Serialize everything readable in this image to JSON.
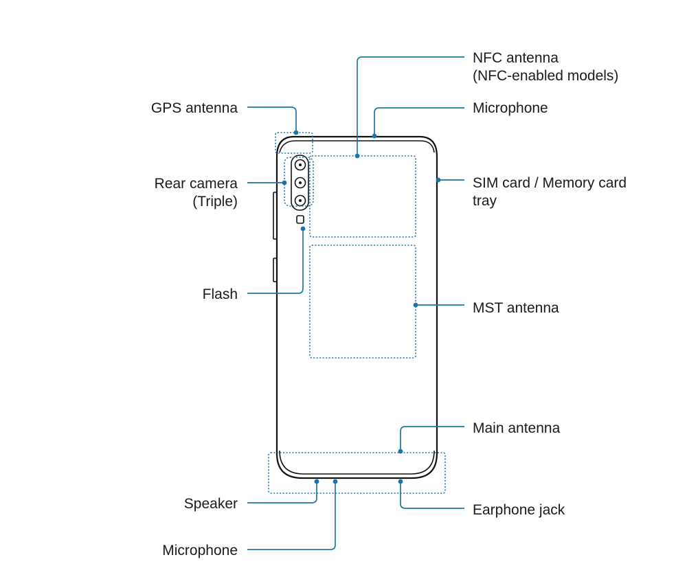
{
  "colors": {
    "leader_line": "#1a75a8",
    "outline": "#111111",
    "text": "#1a1a1a"
  },
  "labels": {
    "nfc_antenna_line1": "NFC antenna",
    "nfc_antenna_line2": "(NFC-enabled models)",
    "microphone_top": "Microphone",
    "gps_antenna": "GPS antenna",
    "rear_camera_line1": "Rear camera",
    "rear_camera_line2": "(Triple)",
    "sim_card_line1": "SIM card / Memory card",
    "sim_card_line2": "tray",
    "flash": "Flash",
    "mst_antenna": "MST antenna",
    "main_antenna": "Main antenna",
    "speaker": "Speaker",
    "earphone_jack": "Earphone jack",
    "microphone_bottom": "Microphone"
  }
}
